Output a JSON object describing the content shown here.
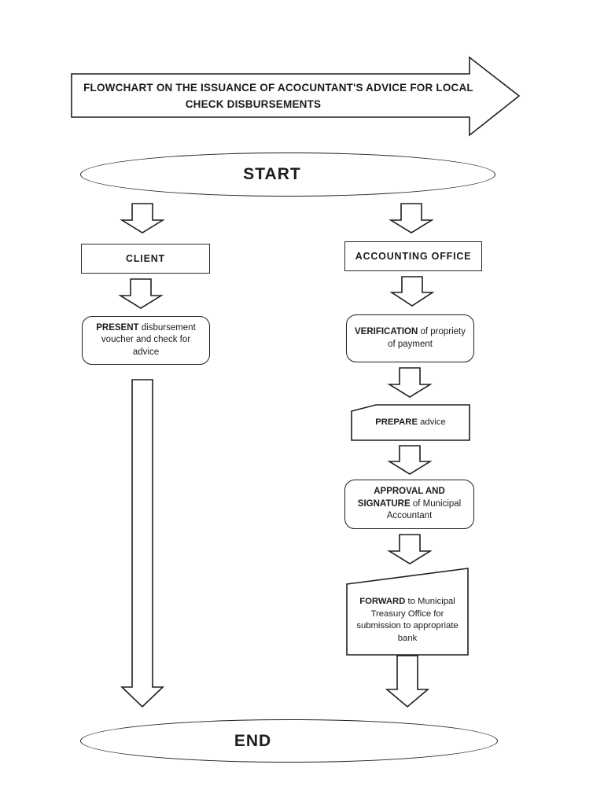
{
  "colors": {
    "ink": "#1c1c1c",
    "paper": "#ffffff"
  },
  "banner": {
    "title_line1": "FLOWCHART ON THE ISSUANCE OF ACOCUNTANT'S ADVICE FOR LOCAL",
    "title_line2": "CHECK DISBURSEMENTS"
  },
  "terminators": {
    "start": "START",
    "end": "END"
  },
  "lanes": {
    "client": {
      "header": "CLIENT",
      "step_present": {
        "keyword": "PRESENT",
        "rest": " disbursement voucher and check for advice"
      }
    },
    "accounting": {
      "header": "ACCOUNTING OFFICE",
      "step_verification": {
        "keyword": "VERIFICATION",
        "rest": " of propriety of payment"
      },
      "step_prepare": {
        "keyword": "PREPARE",
        "rest": " advice"
      },
      "step_approval": {
        "keyword": "APPROVAL AND SIGNATURE",
        "rest": " of Municipal Accountant"
      },
      "step_forward": {
        "keyword": "FORWARD",
        "rest": " to Municipal Treasury Office for submission to appropriate bank"
      }
    }
  }
}
